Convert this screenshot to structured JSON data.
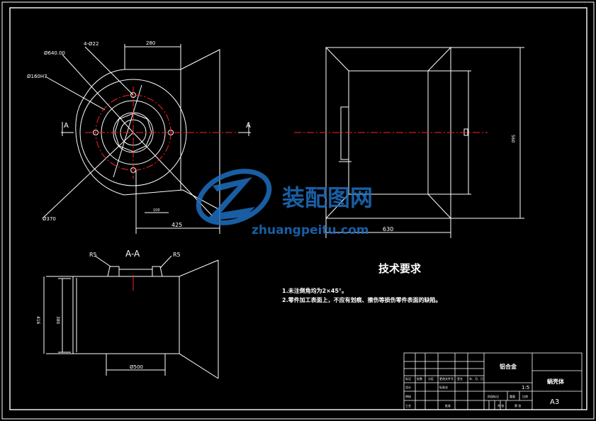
{
  "main_view": {
    "dim_top": "280",
    "dim_bottom": "425",
    "dim_small": "100",
    "label_outer_diameter": "Ø640.00",
    "label_bore": "Ø160H7",
    "label_holes": "4-Ø22",
    "label_pcd": "Ø370",
    "section_mark_left": "A",
    "section_mark_right": "A"
  },
  "side_view": {
    "dim_width": "630",
    "dim_height": "560"
  },
  "section_view": {
    "title": "A-A",
    "radius_left": "R5",
    "radius_right": "R5",
    "dim_diameter": "Ø500",
    "dim_height_outer": "416",
    "dim_height_inner": "380"
  },
  "tech_requirements": {
    "heading": "技术要求",
    "item1": "1.未注倒角均为2×45°。",
    "item2": "2.零件加工表面上，不应有划痕、擦伤等损伤零件表面的缺陷。"
  },
  "title_block": {
    "material": "铝合金",
    "part_name": "蜗壳体",
    "scale": "1:5",
    "sheet_size": "A3",
    "cells": [
      "标记",
      "处数",
      "分区",
      "更改文件号",
      "签名",
      "年、月、日",
      "设计",
      "标准化",
      "阶段标记",
      "重量",
      "比例",
      "审核",
      "工艺",
      "批准",
      "共 张",
      "第 张"
    ]
  },
  "watermark": {
    "brand": "装配图网",
    "url": "zhuangpeitu.com"
  },
  "colors": {
    "line": "#ffffff",
    "center_line": "#ff2020",
    "watermark": "#1e6fc0"
  }
}
